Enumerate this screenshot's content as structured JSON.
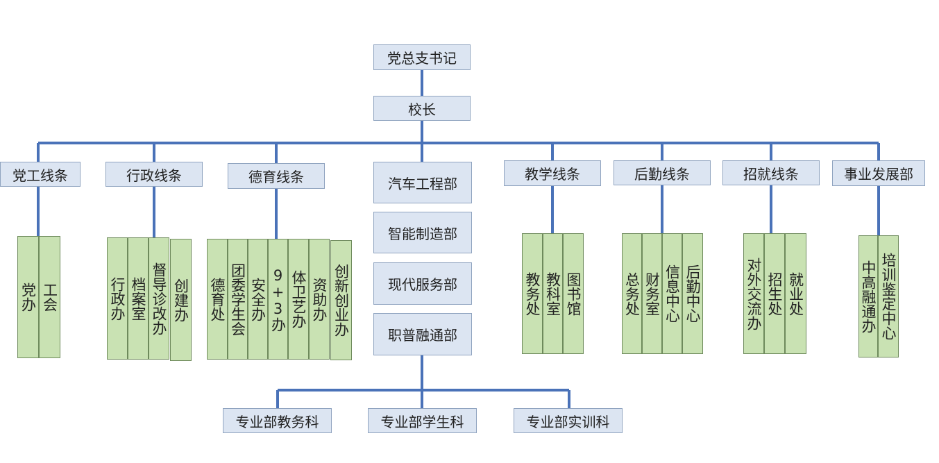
{
  "top": {
    "secretary": "党总支书记",
    "principal": "校长"
  },
  "lines": {
    "party": "党工线条",
    "admin": "行政线条",
    "moral": "德育线条",
    "teaching": "教学线条",
    "logistics": "后勤线条",
    "enroll": "招就线条",
    "career": "事业发展部"
  },
  "departments": [
    "汽车工程部",
    "智能制造部",
    "现代服务部",
    "职普融通部"
  ],
  "subs": [
    "专业部教务科",
    "专业部学生科",
    "专业部实训科"
  ],
  "offices": {
    "party": [
      "党办",
      "工会"
    ],
    "admin": [
      "行政办",
      "档案室",
      "督导诊改办",
      "创建办"
    ],
    "moral": [
      "德育处",
      "团委学生会",
      "安全办",
      "9+3办",
      "体卫艺办",
      "资助办",
      "创新创业办"
    ],
    "teaching": [
      "教务处",
      "教科室",
      "图书馆"
    ],
    "logistics": [
      "总务处",
      "财务室",
      "信息中心",
      "后勤中心"
    ],
    "enroll": [
      "对外交流办",
      "招生处",
      "就业处"
    ],
    "career": [
      "中高融通办",
      "培训鉴定中心"
    ]
  },
  "colors": {
    "line": "#4a72b8",
    "node_fill": "#dce5f2",
    "leaf_fill": "#c9e2b3"
  }
}
